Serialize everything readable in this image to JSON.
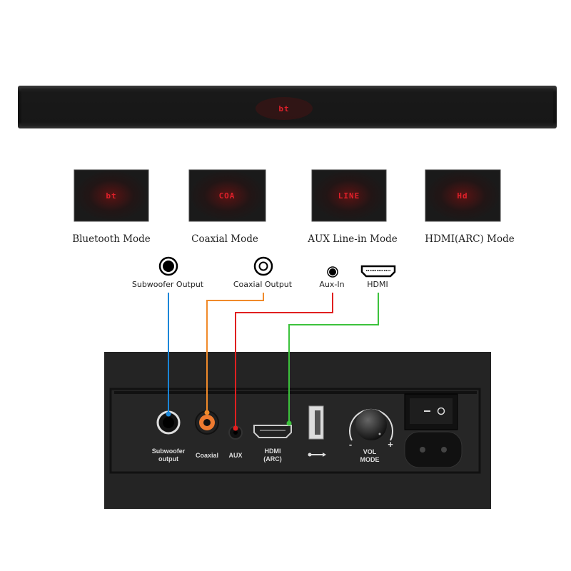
{
  "soundbar": {
    "display": "bt"
  },
  "modes": [
    {
      "label": "Bluetooth Mode",
      "display": "bt"
    },
    {
      "label": "Coaxial Mode",
      "display": "COA"
    },
    {
      "label": "AUX Line-in Mode",
      "display": "LINE"
    },
    {
      "label": "HDMI(ARC) Mode",
      "display": "Hd"
    }
  ],
  "ports": [
    {
      "label": "Subwoofer Output",
      "icon": "rca-jack-icon",
      "line_color": "#1a86d8"
    },
    {
      "label": "Coaxial Output",
      "icon": "coaxial-jack-icon",
      "line_color": "#f08a2a"
    },
    {
      "label": "Aux-In",
      "icon": "aux-jack-icon",
      "line_color": "#e02020"
    },
    {
      "label": "HDMI",
      "icon": "hdmi-port-icon",
      "line_color": "#3cc23c"
    }
  ],
  "panel": {
    "subwoofer": [
      "Subwoofer",
      "output"
    ],
    "coaxial": "Coaxial",
    "aux": "AUX",
    "hdmi": [
      "HDMI",
      "(ARC)"
    ],
    "knob": [
      "VOL",
      "MODE"
    ],
    "minus": "-",
    "plus": "+"
  }
}
